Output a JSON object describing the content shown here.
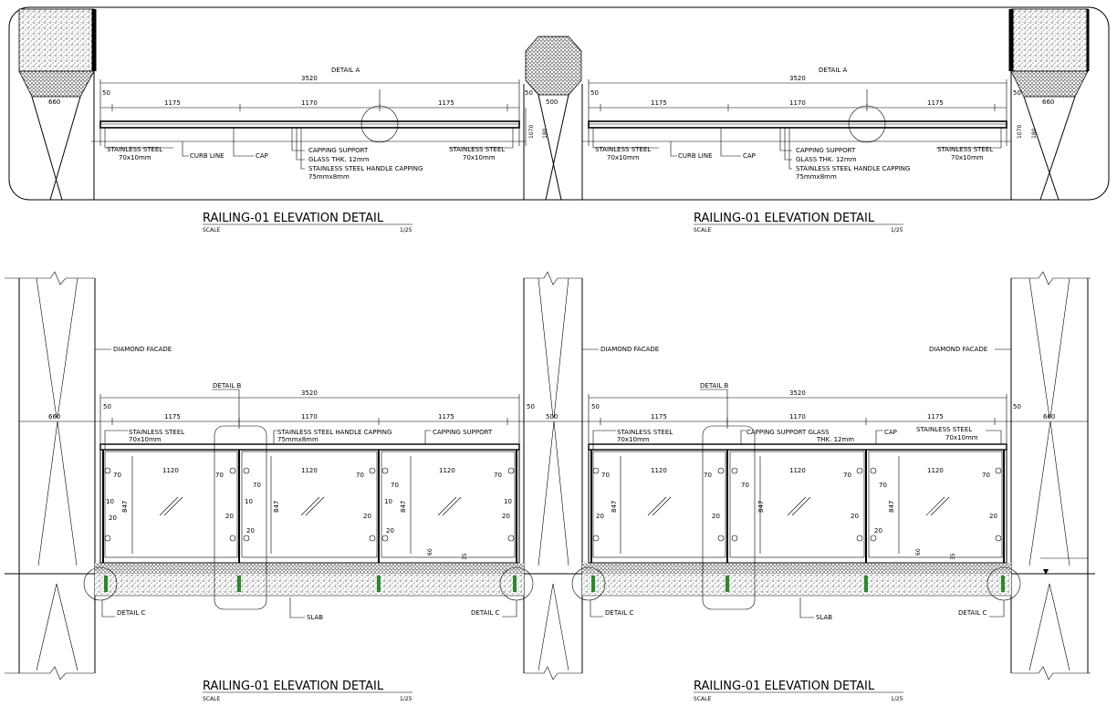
{
  "titles": {
    "main": "RAILING-01 ELEVATION DETAIL",
    "scale_label": "SCALE",
    "scale_value": "1/25"
  },
  "dims": {
    "overall": "3520",
    "end": "50",
    "bay_outer": "1175",
    "bay_mid": "1170",
    "col_left": "660",
    "col_mid": "500",
    "col_right": "660",
    "h_total": "1070",
    "h_curb": "180",
    "glass_w": "1120",
    "glass_h": "847",
    "edge_70": "70",
    "gap_10": "10",
    "gap_20": "20",
    "base_60": "60",
    "base_35": "35"
  },
  "labels": {
    "detail_a": "DETAIL A",
    "detail_b": "DETAIL B",
    "detail_c": "DETAIL C",
    "stainless_steel": "STAINLESS STEEL",
    "stainless_size": "70x10mm",
    "curb_line": "CURB LINE",
    "cap": "CAP",
    "capping_support": "CAPPING SUPPORT",
    "glass_thk": "GLASS THK. 12mm",
    "handle_capping": "STAINLESS STEEL HANDLE CAPPING",
    "handle_size": "75mmx8mm",
    "diamond_facade": "DIAMOND FACADE",
    "slab": "SLAB",
    "capping_support_glass": "CAPPING SUPPORT GLASS",
    "thk_12": "THK. 12mm"
  }
}
